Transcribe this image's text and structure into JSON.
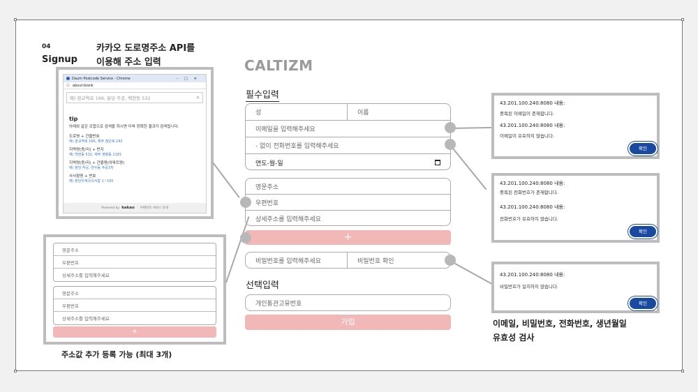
{
  "slide": {
    "number": "04",
    "name": "Signup"
  },
  "heading": {
    "line1": "카카오 도로명주소 API를",
    "line2": "이용해 주소 입력"
  },
  "brand": "CALTIZM",
  "form": {
    "required_title": "필수입력",
    "surname_placeholder": "성",
    "name_placeholder": "이름",
    "email_placeholder": "이메일을 입력해주세요",
    "phone_placeholder": "- 없이 전화번호를 입력해주세요",
    "birth_placeholder": "연도-월-일",
    "address_en_placeholder": "영문주소",
    "zip_placeholder": "우편번호",
    "address_detail_placeholder": "상세주소를 입력해주세요",
    "add_address_label": "+",
    "password_placeholder": "비밀번호를 입력해주세요",
    "password_confirm_placeholder": "비밀번호 확인",
    "optional_title": "선택입력",
    "customs_placeholder": "개인통관고유번호",
    "submit_label": "가입"
  },
  "postcode_window": {
    "title": "Daum Postcode Service - Chrome",
    "url": "about:blank",
    "search_placeholder": "예) 판교역로 166, 분당 주공, 백현동 532",
    "tip_title": "tip",
    "tip_desc": "아래와 같은 조합으로 검색을 하시면 더욱 정확한 결과가 검색됩니다.",
    "tips": [
      {
        "label": "도로명 + 건물번호",
        "example": "예) 판교역로 166, 제주 첨단로 242"
      },
      {
        "label": "지역명(동/리) + 번지",
        "example": "예) 백현동 532, 제주 영평동 2181"
      },
      {
        "label": "지역명(동/리) + 건물명(아파트명)",
        "example": "예) 분당 주공, 연수동 주공3차"
      },
      {
        "label": "사서함명 + 번호",
        "example": "예) 분당우체국사서함 1~100"
      }
    ],
    "footer_powered": "Powered by",
    "footer_brand": "kakao",
    "footer_link": "우편번호 서비스 안내"
  },
  "address_example": {
    "fields": [
      "영문주소",
      "우편번호",
      "상세주소를 입력해주세요",
      "영문주소",
      "우편번호",
      "상세주소를 입력해주세요"
    ],
    "add_label": "+",
    "caption": "주소값 추가 등록 가능 (최대 3개)"
  },
  "alerts": [
    {
      "ip1": "43.201.100.240:8080 내용:",
      "msg1": "중복된 이메일이 존재합니다.",
      "ip2": "43.201.100.240:8080 내용:",
      "msg2": "이메일이 유효하지 않습니다.",
      "ok": "확인"
    },
    {
      "ip1": "43.201.100.240:8080 내용:",
      "msg1": "중복된 전화번호가 존재합니다.",
      "ip2": "43.201.100.240:8080 내용:",
      "msg2": "전화번호가 유효하지 않습니다.",
      "ok": "확인"
    },
    {
      "ip1": "43.201.100.240:8080 내용:",
      "msg1": "비밀번호가 일치하지 않습니다.",
      "ok": "확인"
    }
  ],
  "validation_caption": {
    "line1": "이메일, 비밀번호, 전화번호, 생년월일",
    "line2": "유효성 검사"
  },
  "colors": {
    "accent_pink": "#f2b8b8",
    "ok_blue": "#1a4aa0",
    "frame_gray": "#bdbdbd"
  }
}
